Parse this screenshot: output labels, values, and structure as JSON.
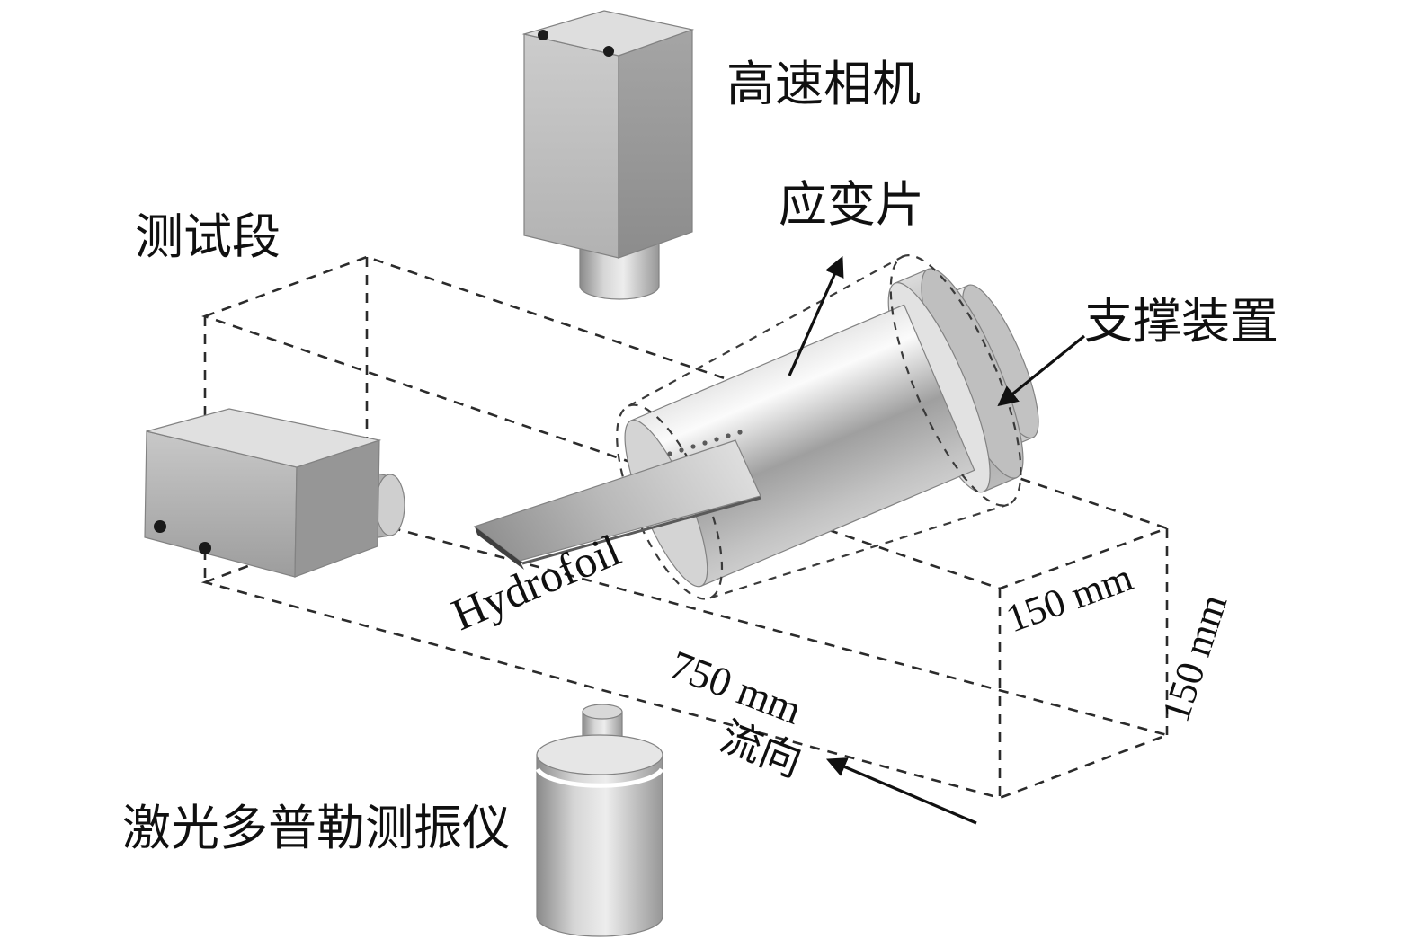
{
  "figure": {
    "labels": {
      "camera": "高速相机",
      "test_section": "测试段",
      "strain_gauge": "应变片",
      "support_device": "支撑装置",
      "hydrofoil": "Hydrofoil",
      "vibrometer": "激光多普勒测振仪",
      "flow_direction": "流向",
      "dim_length": "750 mm",
      "dim_width": "150 mm",
      "dim_height": "150 mm"
    },
    "colors": {
      "background": "#ffffff",
      "line": "#1a1a1a",
      "metal_light": "#ececec",
      "metal_mid": "#b5b5b5",
      "metal_dark": "#8f8f8f"
    }
  }
}
